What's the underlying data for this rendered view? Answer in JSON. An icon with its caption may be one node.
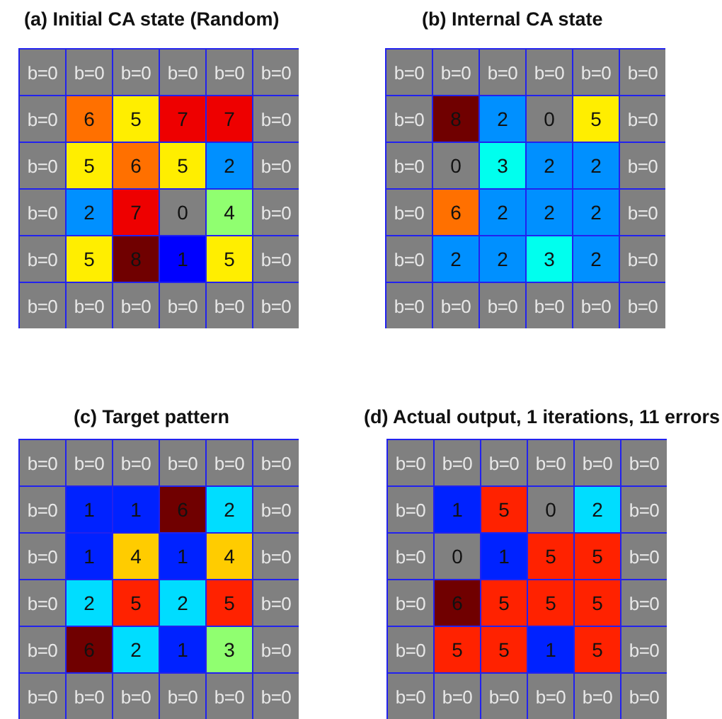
{
  "diagram": {
    "labels": [
      "(a) Initial CA state (Random)",
      "b=0",
      "b=0",
      "b=0",
      "b=0",
      "b=0",
      "b=0",
      "b=0",
      "6",
      "5",
      "7",
      "7",
      "b=0",
      "b=0",
      "5",
      "6",
      "5",
      "2",
      "b=0",
      "b=0",
      "2",
      "7",
      "0",
      "4",
      "b=0",
      "b=0",
      "5",
      "8",
      "1",
      "5",
      "b=0",
      "b=0",
      "b=0",
      "b=0",
      "b=0",
      "b=0",
      "b=0",
      "(b) Internal CA state",
      "b=0",
      "b=0",
      "b=0",
      "b=0",
      "b=0",
      "b=0",
      "b=0",
      "8",
      "2",
      "0",
      "5",
      "b=0",
      "b=0",
      "0",
      "3",
      "2",
      "2",
      "b=0",
      "b=0",
      "6",
      "2",
      "2",
      "2",
      "b=0",
      "b=0",
      "2",
      "2",
      "3",
      "2",
      "b=0",
      "b=0",
      "b=0",
      "b=0",
      "b=0",
      "b=0",
      "b=0",
      "(c) Target pattern",
      "b=0",
      "b=0",
      "b=0",
      "b=0",
      "b=0",
      "b=0",
      "b=0",
      "1",
      "1",
      "6",
      "2",
      "b=0",
      "b=0",
      "1",
      "4",
      "1",
      "4",
      "b=0",
      "b=0",
      "2",
      "5",
      "2",
      "5",
      "b=0",
      "b=0",
      "6",
      "2",
      "1",
      "3",
      "b=0",
      "b=0",
      "b=0",
      "b=0",
      "b=0",
      "b=0",
      "b=0",
      "(d) Actual output, 1 iterations, 11 errors",
      "b=0",
      "b=0",
      "b=0",
      "b=0",
      "b=0",
      "b=0",
      "b=0",
      "1",
      "5",
      "0",
      "2",
      "b=0",
      "b=0",
      "0",
      "1",
      "5",
      "5",
      "b=0",
      "b=0",
      "6",
      "5",
      "5",
      "5",
      "b=0",
      "b=0",
      "5",
      "5",
      "1",
      "5",
      "b=0",
      "b=0",
      "b=0",
      "b=0",
      "b=0",
      "b=0",
      "b=0"
    ]
  }
}
